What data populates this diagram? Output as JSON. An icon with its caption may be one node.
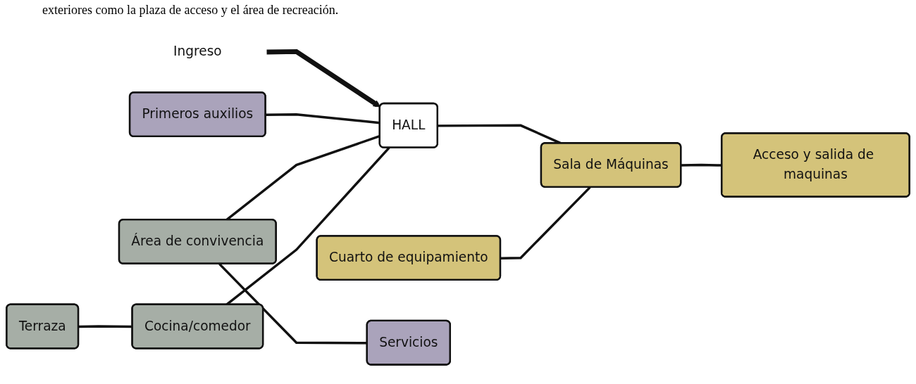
{
  "diagram": {
    "nodes": [
      {
        "text": [
          "Terraza"
        ]
      },
      {
        "text": [
          "Cocina/comedor"
        ]
      },
      {
        "text": [
          "Cuarto de equipamiento"
        ]
      },
      {
        "text": [
          "Área de convivencia"
        ]
      },
      {
        "text": [
          "HALL"
        ]
      },
      {
        "text": [
          "Sala de Máquinas"
        ]
      },
      {
        "text": [
          "Servicios"
        ]
      },
      {
        "text": [
          "Primeros auxilios"
        ]
      },
      {
        "text": [
          "Acceso y salida de maquinas"
        ]
      },
      {
        "text": [
          "Ingreso"
        ]
      }
    ],
    "edges": [
      {
        "from": 0,
        "to": 1,
        "arrow": "none"
      },
      {
        "from": 1,
        "to": 4,
        "arrow": "none"
      },
      {
        "from": 2,
        "to": 5,
        "arrow": "none"
      },
      {
        "from": 3,
        "to": 4,
        "arrow": "none"
      },
      {
        "from": 4,
        "to": 5,
        "arrow": "none"
      },
      {
        "from": 3,
        "to": 6,
        "arrow": "none"
      },
      {
        "from": 7,
        "to": 4,
        "arrow": "none"
      },
      {
        "from": 5,
        "to": 8,
        "arrow": "none"
      },
      {
        "from": 9,
        "to": 4,
        "arrow": "to",
        "style": "thick"
      }
    ],
    "labels": [
      "exteriores como la plaza de acceso y el área de recreación."
    ]
  }
}
